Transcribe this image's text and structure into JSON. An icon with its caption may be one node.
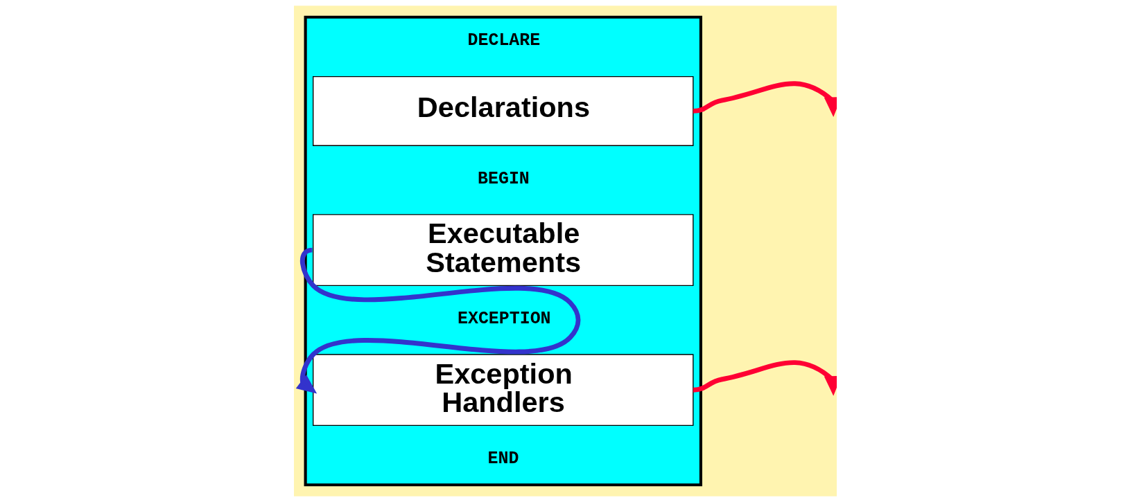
{
  "diagram": {
    "nodes": [
      {
        "text": [
          "DECLARE",
          "BEGIN",
          "EXCEPTION",
          "END"
        ]
      },
      {
        "text": [
          "Declarations"
        ],
        "in": 0
      },
      {
        "text": [
          "Executable Statements"
        ],
        "in": 0
      },
      {
        "text": [
          "Exception Handlers"
        ],
        "in": 0
      }
    ],
    "edges": [
      {
        "from": 1,
        "to": null,
        "arrow": "to",
        "color": "#ff0033"
      },
      {
        "from": 2,
        "to": 3,
        "arrow": "to",
        "color": "#3333cc"
      },
      {
        "from": 3,
        "to": null,
        "arrow": "to",
        "color": "#ff0033"
      }
    ]
  }
}
